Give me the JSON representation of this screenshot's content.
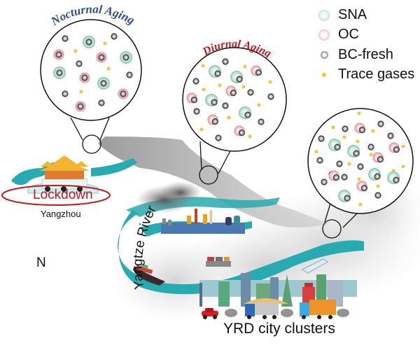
{
  "titles": {
    "nocturnal": "Nocturnal Aging",
    "diurnal": "Diurnal Aging"
  },
  "legend": [
    {
      "key": "sna",
      "label": "SNA",
      "color": "#8fcdb4"
    },
    {
      "key": "oc",
      "label": "OC",
      "color": "#f0a0a8"
    },
    {
      "key": "bc",
      "label": "BC-fresh",
      "color": "#555555"
    },
    {
      "key": "gas",
      "label": "Trace gases",
      "color": "#f5c242"
    }
  ],
  "labels": {
    "lockdown": "Lockdown",
    "city": "Yangzhou",
    "river": "Yangtze River",
    "north": "N",
    "clusters": "YRD city clusters"
  },
  "colors": {
    "river": "#27aab0",
    "nocturnal_title": "#2b4f8f",
    "diurnal_title": "#c0181e",
    "lockdown": "#c0181e",
    "plume": "#9a9a9a"
  },
  "circles": {
    "nocturnal": {
      "particles": [
        [
          "bc",
          93,
          55
        ],
        [
          "sna",
          127,
          60
        ],
        [
          "bc",
          163,
          52
        ],
        [
          "oc",
          84,
          78
        ],
        [
          "gas",
          108,
          73
        ],
        [
          "oc",
          145,
          82
        ],
        [
          "gas",
          150,
          62
        ],
        [
          "sna",
          180,
          82
        ],
        [
          "bc",
          113,
          91
        ],
        [
          "gas",
          155,
          98
        ],
        [
          "sna",
          85,
          104
        ],
        [
          "oc",
          121,
          111
        ],
        [
          "sna",
          148,
          119
        ],
        [
          "bc",
          185,
          107
        ],
        [
          "bc",
          93,
          134
        ],
        [
          "gas",
          116,
          131
        ],
        [
          "oc",
          176,
          134
        ],
        [
          "bc",
          145,
          147
        ],
        [
          "oc",
          115,
          152
        ]
      ]
    },
    "diurnal": {
      "particles": [
        [
          "bc",
          322,
          88
        ],
        [
          "gas",
          290,
          94
        ],
        [
          "sna",
          307,
          102
        ],
        [
          "gas",
          350,
          95
        ],
        [
          "oc",
          366,
          101
        ],
        [
          "sna",
          338,
          110
        ],
        [
          "bc",
          280,
          116
        ],
        [
          "gas",
          386,
          117
        ],
        [
          "gas",
          314,
          122
        ],
        [
          "gas",
          291,
          128
        ],
        [
          "oc",
          330,
          130
        ],
        [
          "gas",
          348,
          124
        ],
        [
          "bc",
          358,
          132
        ],
        [
          "bc",
          387,
          138
        ],
        [
          "oc",
          274,
          140
        ],
        [
          "sna",
          302,
          143
        ],
        [
          "bc",
          322,
          151
        ],
        [
          "gas",
          370,
          150
        ],
        [
          "bc",
          281,
          159
        ],
        [
          "sna",
          350,
          161
        ],
        [
          "gas",
          327,
          168
        ],
        [
          "oc",
          304,
          171
        ],
        [
          "bc",
          373,
          174
        ],
        [
          "gas",
          288,
          185
        ],
        [
          "oc",
          342,
          187
        ],
        [
          "bc",
          312,
          197
        ],
        [
          "gas",
          357,
          195
        ]
      ]
    },
    "urban": {
      "particles": [
        [
          "gas",
          513,
          162
        ],
        [
          "gas",
          476,
          182
        ],
        [
          "bc",
          493,
          184
        ],
        [
          "oc",
          514,
          183
        ],
        [
          "bc",
          544,
          177
        ],
        [
          "gas",
          533,
          187
        ],
        [
          "gas",
          492,
          196
        ],
        [
          "bc",
          558,
          194
        ],
        [
          "bc",
          459,
          198
        ],
        [
          "sna",
          478,
          207
        ],
        [
          "gas",
          511,
          202
        ],
        [
          "sna",
          505,
          216
        ],
        [
          "bc",
          530,
          210
        ],
        [
          "oc",
          563,
          211
        ],
        [
          "gas",
          576,
          209
        ],
        [
          "gas",
          452,
          217
        ],
        [
          "gas",
          530,
          221
        ],
        [
          "oc",
          540,
          225
        ],
        [
          "bc",
          457,
          229
        ],
        [
          "bc",
          485,
          234
        ],
        [
          "gas",
          499,
          234
        ],
        [
          "bc",
          515,
          238
        ],
        [
          "gas",
          576,
          238
        ],
        [
          "gas",
          562,
          244
        ],
        [
          "bc",
          474,
          249
        ],
        [
          "oc",
          477,
          251
        ],
        [
          "bc",
          492,
          253
        ],
        [
          "sna",
          535,
          249
        ],
        [
          "sna",
          562,
          254
        ],
        [
          "gas",
          513,
          256
        ],
        [
          "bc",
          463,
          260
        ],
        [
          "oc",
          517,
          266
        ],
        [
          "gas",
          540,
          266
        ],
        [
          "sna",
          492,
          280
        ],
        [
          "bc",
          540,
          279
        ],
        [
          "gas",
          515,
          292
        ]
      ]
    }
  }
}
